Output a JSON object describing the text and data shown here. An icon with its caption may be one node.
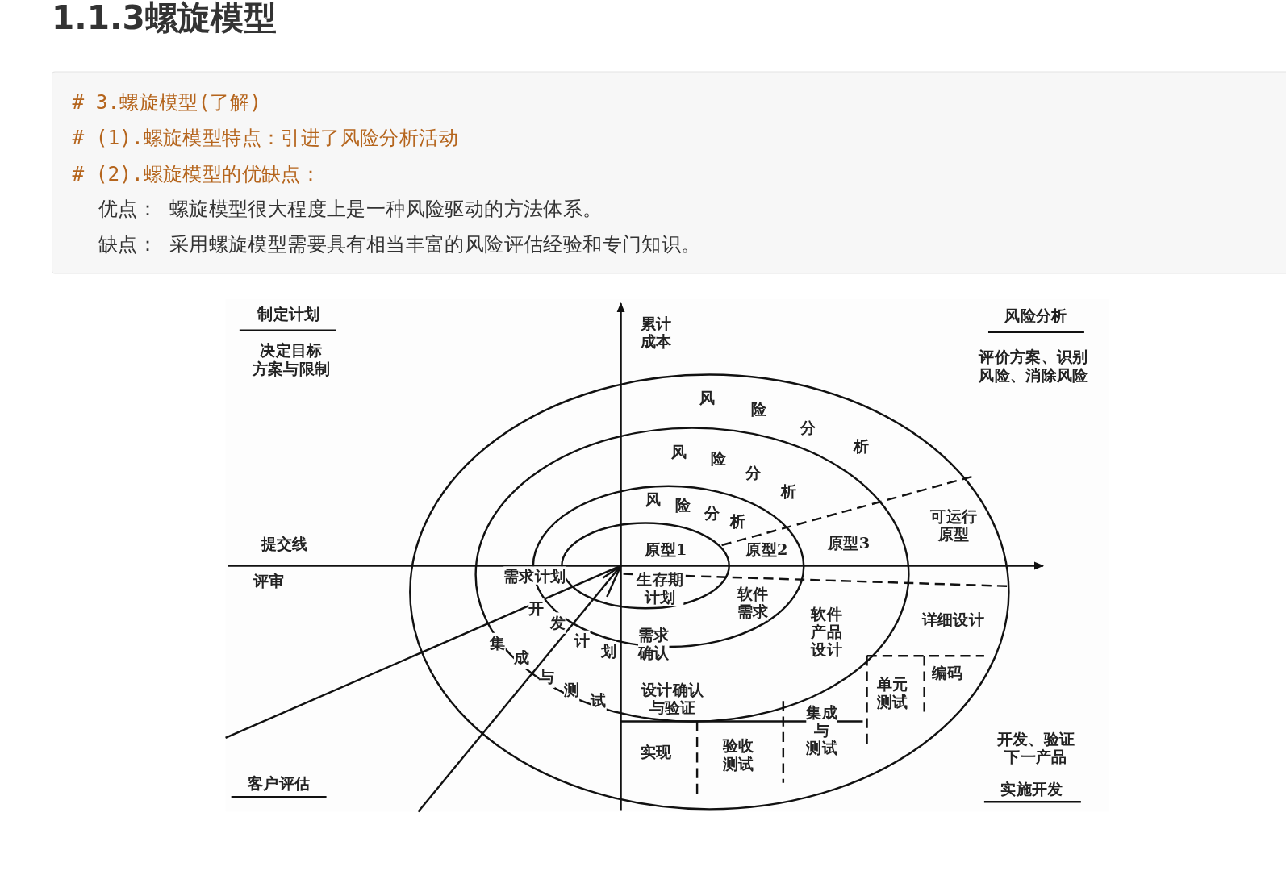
{
  "diagram": {
    "title": "1.1.3螺旋模型",
    "labels": [
      "# 3.螺旋模型(了解)",
      "# (1).螺旋模型特点：引进了风险分析活动",
      "# (2).螺旋模型的优缺点：",
      "优点： 螺旋模型很大程度上是一种风险驱动的方法体系。",
      "缺点： 采用螺旋模型需要具有相当丰富的风险评估经验和专门知识。",
      "制定计划",
      "决定目标方案与限制",
      "累计成本",
      "风险分析",
      "评价方案、识别风险、消除风险",
      "风险分析",
      "风险分析",
      "风险分析",
      "提交线",
      "评审",
      "可运行原型",
      "原型1",
      "原型2",
      "原型3",
      "需求计划",
      "生存期计划",
      "软件需求",
      "软件产品设计",
      "详细设计",
      "开发计划",
      "集成与测试",
      "需求确认",
      "设计确认与验证",
      "编码",
      "单元测试",
      "集成与测试",
      "验收测试",
      "实现",
      "开发、验证下一产品",
      "实施开发",
      "客户评估"
    ]
  }
}
